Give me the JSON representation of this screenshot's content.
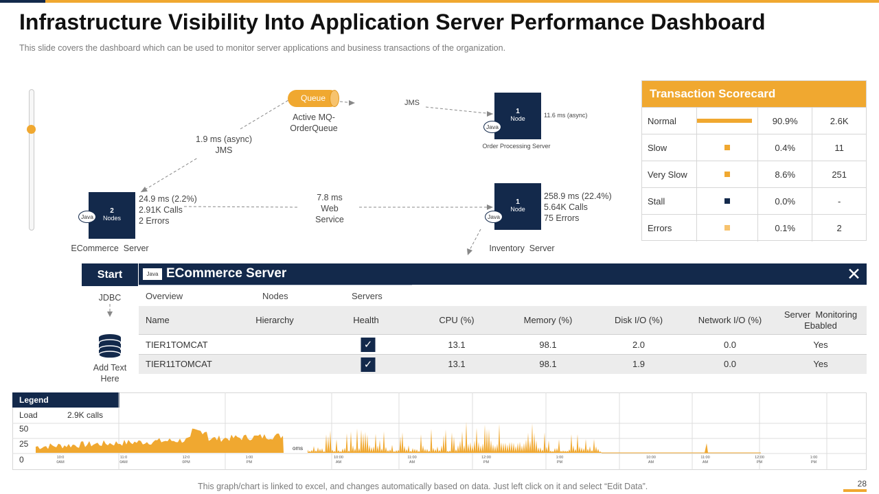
{
  "header": {
    "title": "Infrastructure Visibility Into Application Server Performance Dashboard",
    "subtitle": "This slide covers the dashboard which can be used to monitor server applications and business transactions of the organization."
  },
  "colors": {
    "navy": "#13294b",
    "accent": "#f0a830",
    "accent_light": "#f7c36e"
  },
  "topology": {
    "queue": {
      "label": "Queue",
      "caption": "Active MQ-\nOrderQueue"
    },
    "jms_label": "JMS",
    "async_link": {
      "line1": "1.9 ms (async)",
      "line2": "JMS"
    },
    "order_server": {
      "count": "1",
      "unit": "Node",
      "badge": "Java",
      "latency": "11.6 ms (async)",
      "name": "Order Processing Server"
    },
    "ecommerce_node": {
      "count": "2",
      "unit": "Nodes",
      "badge": "Java",
      "stat1": "24.9 ms (2.2%)",
      "stat2": "2.91K Calls",
      "stat3": "2 Errors",
      "name": "ECommerce  Server"
    },
    "web_service": {
      "line1": "7.8 ms",
      "line2": "Web",
      "line3": "Service"
    },
    "inventory_server": {
      "count": "1",
      "unit": "Node",
      "badge": "Java",
      "stat1": "258.9 ms (22.4%)",
      "stat2": "5.64K Calls",
      "stat3": "75 Errors",
      "name": "Inventory  Server"
    },
    "jdbc": "JDBC",
    "db": {
      "line1": "Add Text",
      "line2": "Here"
    },
    "slider_level": 0.72
  },
  "scorecard": {
    "title": "Transaction Scorecard",
    "rows": [
      {
        "label": "Normal",
        "indicator": "bar",
        "color": "#f0a830",
        "percent": "90.9%",
        "count": "2.6K"
      },
      {
        "label": "Slow",
        "indicator": "square",
        "color": "#f0a830",
        "percent": "0.4%",
        "count": "11"
      },
      {
        "label": "Very Slow",
        "indicator": "square",
        "color": "#f0a830",
        "percent": "8.6%",
        "count": "251"
      },
      {
        "label": "Stall",
        "indicator": "square",
        "color": "#13294b",
        "percent": "0.0%",
        "count": "-"
      },
      {
        "label": "Errors",
        "indicator": "square",
        "color": "#f7c36e",
        "percent": "0.1%",
        "count": "2"
      }
    ]
  },
  "panel": {
    "start_label": "Start",
    "badge": "Java",
    "title": "ECommerce Server",
    "tabs": [
      "Overview",
      "Nodes",
      "Servers"
    ],
    "columns": [
      "Name",
      "Hierarchy",
      "Health",
      "CPU (%)",
      "Memory (%)",
      "Disk I/O (%)",
      "Network I/O (%)",
      "Server  Monitoring\nEbabled"
    ],
    "rows": [
      {
        "name": "TIER1TOMCAT",
        "health": true,
        "cpu": "13.1",
        "memory": "98.1",
        "disk": "2.0",
        "network": "0.0",
        "monitoring": "Yes"
      },
      {
        "name": "TIER11TOMCAT",
        "health": true,
        "cpu": "13.1",
        "memory": "98.1",
        "disk": "1.9",
        "network": "0.0",
        "monitoring": "Yes"
      }
    ]
  },
  "load_chart": {
    "legend_title": "Legend",
    "legend_label": "Load",
    "legend_value": "2.9K calls",
    "y_ticks": [
      "50",
      "25",
      "0"
    ],
    "gap_label": "oms",
    "x_ticks": [
      [
        "10:0",
        "0AM"
      ],
      [
        "11:0",
        "0AM"
      ],
      [
        "12:0",
        "0PM"
      ],
      [
        "1:00",
        "PM"
      ],
      [
        "10:00",
        "AM"
      ],
      [
        "11:00",
        "AM"
      ],
      [
        "12:00",
        "PM"
      ],
      [
        "1:00",
        "PM"
      ],
      [
        "10:00",
        "AM"
      ],
      [
        "11:00",
        "AM"
      ],
      [
        "12:00",
        "PM"
      ],
      [
        "1:00",
        "PM"
      ]
    ]
  },
  "footer": {
    "note": "This graph/chart is linked to excel, and changes automatically based on data. Just left click on it and select “Edit Data”.",
    "page": "28"
  }
}
